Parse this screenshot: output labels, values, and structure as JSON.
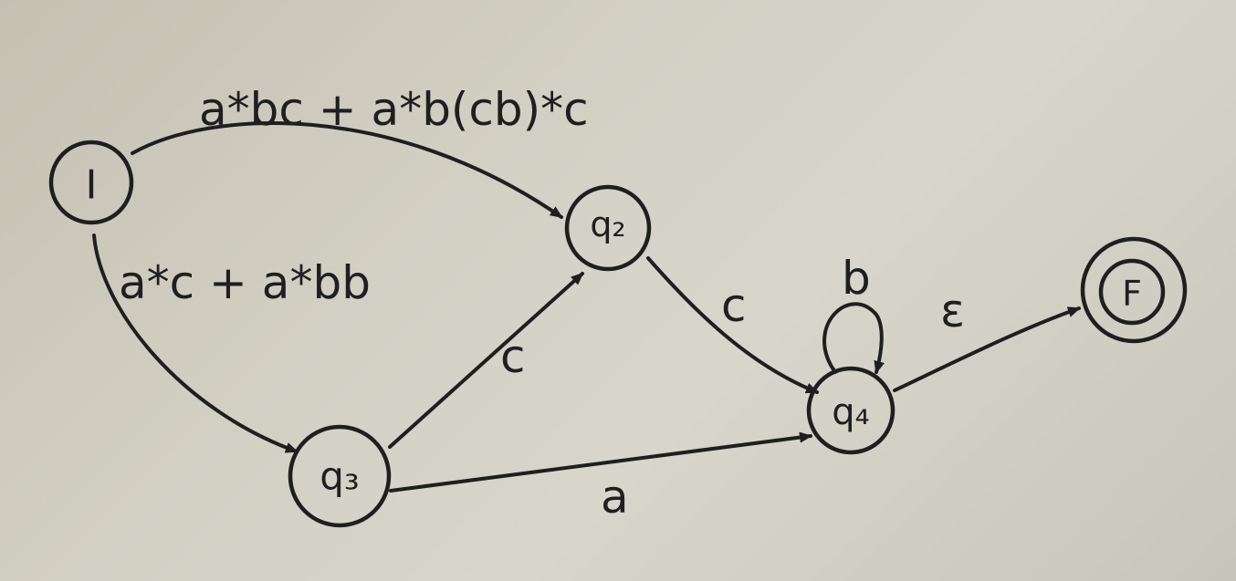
{
  "nodes": {
    "I": "I",
    "q2": "q₂",
    "q3": "q₃",
    "q4": "q₄",
    "F": "F"
  },
  "edges": {
    "I_q2": "a*bc + a*b(cb)*c",
    "I_q3": "a*c + a*bb",
    "q3_q2": "c",
    "q2_q4": "c",
    "q4_loop": "b",
    "q3_q4": "a",
    "q4_F": "ε"
  }
}
